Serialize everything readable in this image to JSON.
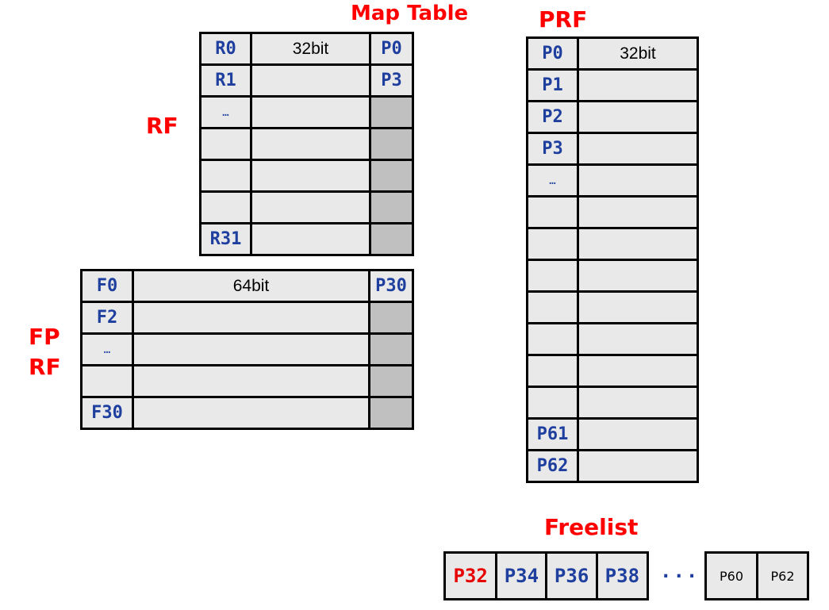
{
  "labels": {
    "map_table": "Map Table",
    "prf": "PRF",
    "rf": "RF",
    "fp_line1": "FP",
    "fp_line2": "RF",
    "freelist": "Freelist"
  },
  "rf": {
    "regs": [
      "R0",
      "R1",
      "…",
      "",
      "",
      "",
      "R31"
    ],
    "width_label": "32bit",
    "map": [
      "P0",
      "P3",
      "",
      "",
      "",
      "",
      ""
    ]
  },
  "fprf": {
    "regs": [
      "F0",
      "F2",
      "…",
      "",
      "F30"
    ],
    "width_label": "64bit",
    "map": [
      "P30",
      "",
      "",
      "",
      ""
    ]
  },
  "prf": {
    "regs": [
      "P0",
      "P1",
      "P2",
      "P3",
      "…",
      "",
      "",
      "",
      "",
      "",
      "",
      "",
      "P61",
      "P62"
    ],
    "width_label": "32bit"
  },
  "freelist": {
    "items": [
      "P32",
      "P34",
      "P36",
      "P38"
    ],
    "ellipsis": "···",
    "tail": [
      "P60",
      "P62"
    ]
  },
  "colors": {
    "label_red": "#ff0000",
    "reg_blue": "#1f3f9f",
    "cell_fill": "#e9e9e9",
    "map_empty_fill": "#c0c0c0"
  }
}
